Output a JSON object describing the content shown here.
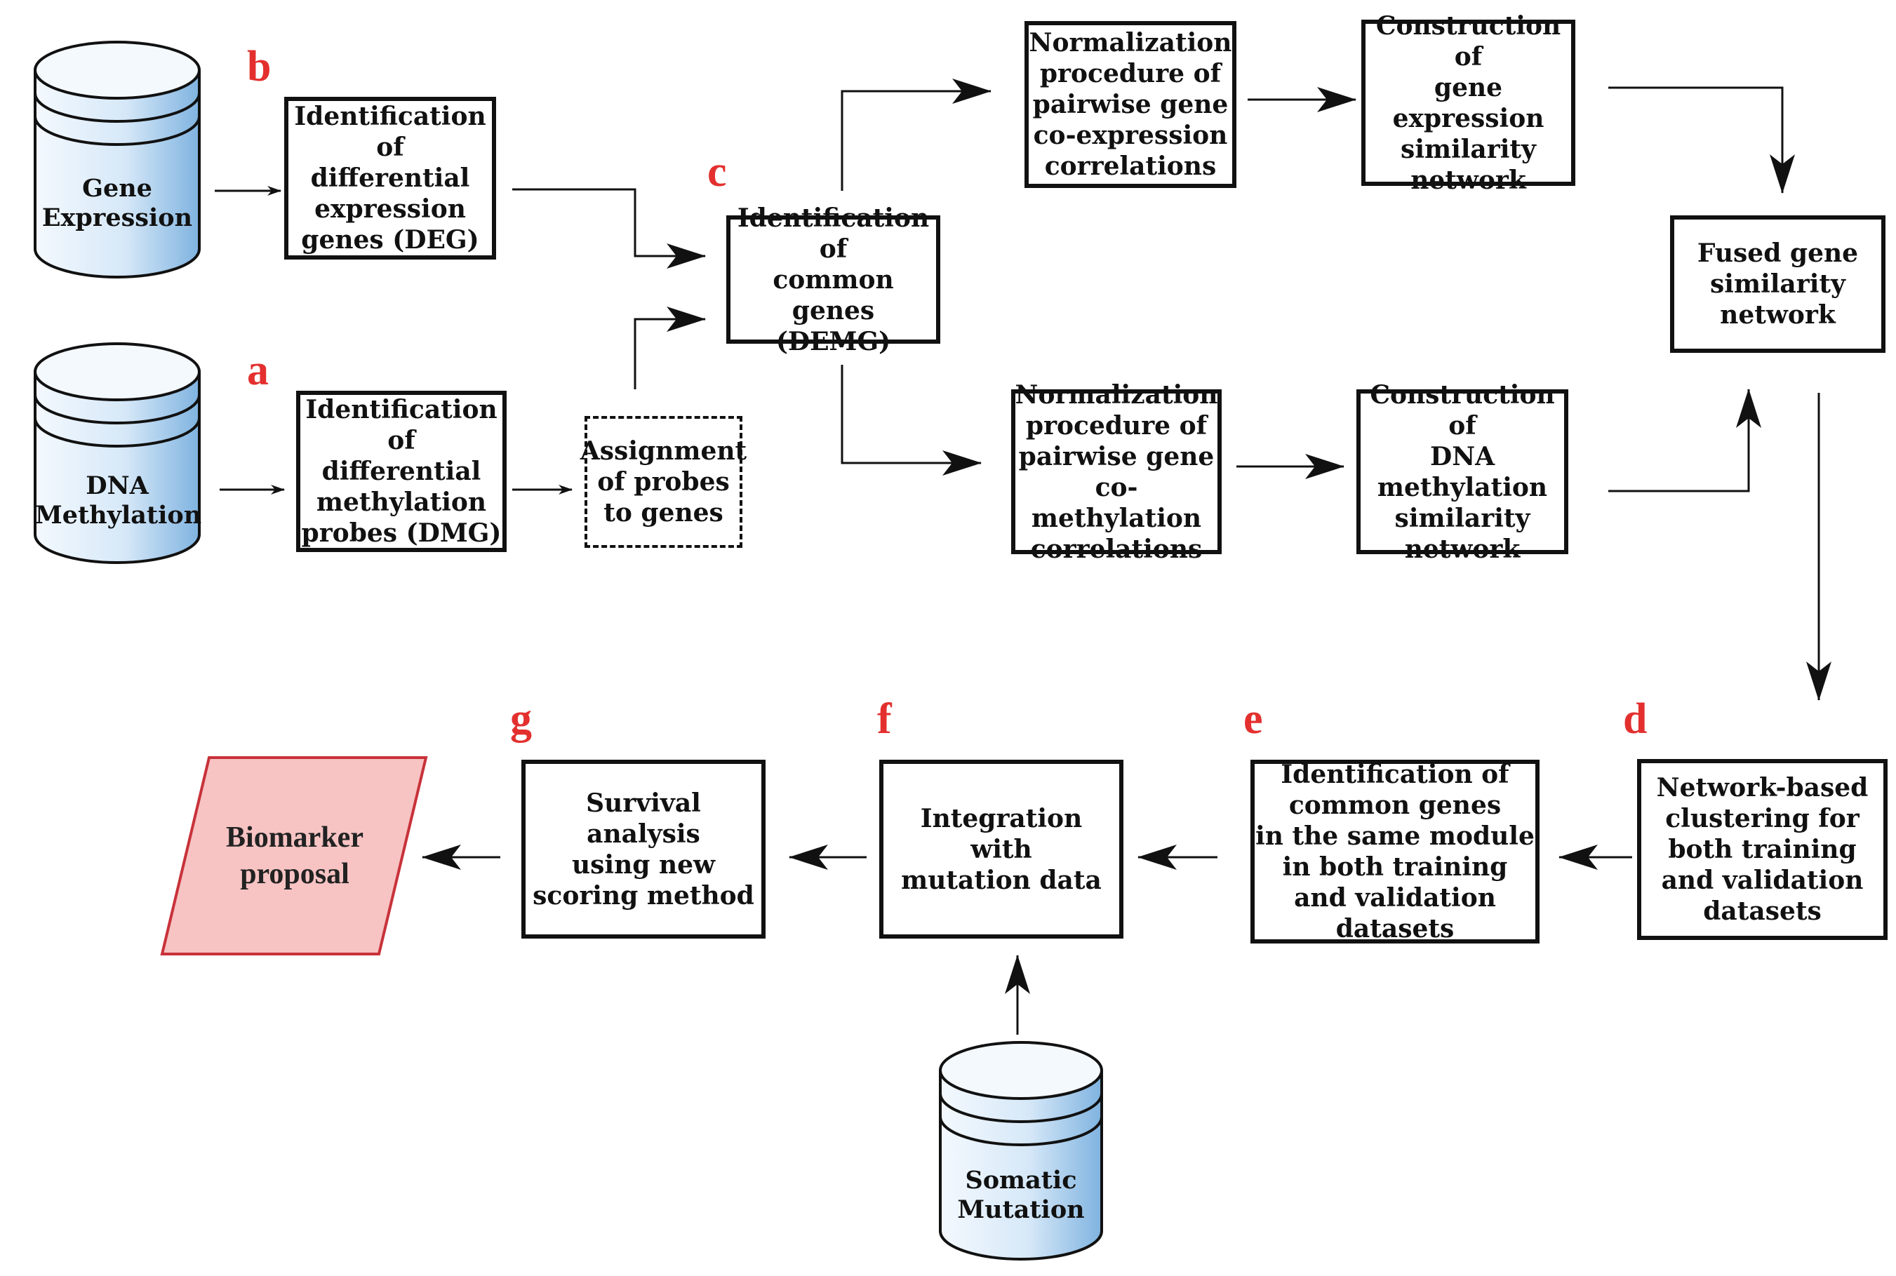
{
  "letters": {
    "a": "a",
    "b": "b",
    "c": "c",
    "d": "d",
    "e": "e",
    "f": "f",
    "g": "g"
  },
  "sources": {
    "gene_expression": "Gene\nExpression",
    "dna_methylation": "DNA\nMethylation",
    "somatic_mutation": "Somatic\nMutation"
  },
  "steps": {
    "deg": "Identification of\ndifferential\nexpression\ngenes (DEG)",
    "dmg": "Identification of\ndifferential\nmethylation\nprobes (DMG)",
    "assign": "Assignment\nof probes\nto genes",
    "demg": "Identification of\ncommon genes\n(DEMG)",
    "norm_expr": "Normalization\nprocedure of\npairwise gene\nco-expression\ncorrelations",
    "norm_meth": "Normalization\nprocedure of\npairwise gene\nco-methylation\ncorrelations",
    "net_expr": "Construction of\ngene expression\nsimilarity\nnetwork",
    "net_meth": "Construction of\nDNA\nmethylation\nsimilarity\nnetwork",
    "fused": "Fused gene\nsimilarity\nnetwork",
    "clustering": "Network-based\nclustering for\nboth training\nand validation\ndatasets",
    "common_module": "Identification of\ncommon genes\nin the same module\nin both training\nand validation\ndatasets",
    "mutation": "Integration\nwith\nmutation data",
    "survival": "Survival analysis\nusing new\nscoring method"
  },
  "output": {
    "biomarker": "Biomarker\nproposal"
  },
  "colors": {
    "label_red": "#e3302f",
    "cylinder_light": "#f4f9fe",
    "cylinder_dark": "#7fb3e0",
    "parallelogram_fill": "#f7c3c3",
    "parallelogram_stroke": "#c8323a"
  }
}
